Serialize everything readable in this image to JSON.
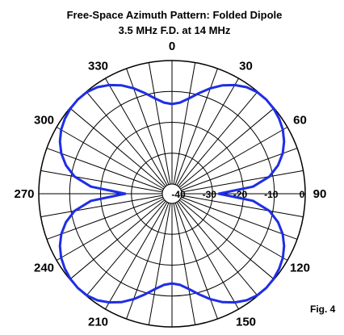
{
  "figure": {
    "title": "Free-Space Azimuth Pattern:  Folded Dipole",
    "subtitle": "3.5 MHz F.D. at 14 MHz",
    "fig_label": "Fig. 4"
  },
  "chart_data": {
    "type": "polar",
    "title": "Free-Space Azimuth Pattern:  Folded Dipole",
    "subtitle": "3.5 MHz F.D. at 14 MHz",
    "angle_unit": "degrees",
    "angle_labels": [
      "0",
      "30",
      "60",
      "90",
      "120",
      "150",
      "180",
      "210",
      "240",
      "270",
      "300",
      "330"
    ],
    "angle_label_values": [
      0,
      30,
      60,
      90,
      120,
      150,
      180,
      210,
      240,
      270,
      300,
      330
    ],
    "spoke_step_deg": 10,
    "radial_labels": [
      "-40",
      "-30",
      "-20",
      "-10",
      "0"
    ],
    "radial_label_values": [
      -40,
      -30,
      -20,
      -10,
      0
    ],
    "radial_range_db": [
      -40,
      0
    ],
    "grid": true,
    "line_color": "#1f2ee6",
    "grid_color": "#000000",
    "series": [
      {
        "angles_deg": [
          0,
          5,
          10,
          15,
          20,
          25,
          30,
          35,
          40,
          45,
          50,
          55,
          60,
          65,
          70,
          75,
          80,
          85,
          90,
          95,
          100,
          105,
          110,
          115,
          120,
          125,
          130,
          135,
          140,
          145,
          150,
          155,
          160,
          165,
          170,
          175,
          180,
          185,
          190,
          195,
          200,
          205,
          210,
          215,
          220,
          225,
          230,
          235,
          240,
          245,
          250,
          255,
          260,
          265,
          270,
          275,
          280,
          285,
          290,
          295,
          300,
          305,
          310,
          315,
          320,
          325,
          330,
          335,
          340,
          345,
          350,
          355
        ],
        "gain_db": [
          -14.1,
          -13.5,
          -11.8,
          -9.4,
          -6.8,
          -4.4,
          -2.5,
          -1.0,
          -0.2,
          0,
          -0.2,
          -0.8,
          -1.7,
          -3.1,
          -5.0,
          -7.6,
          -11.1,
          -16.8,
          -28.0,
          -16.8,
          -11.1,
          -7.6,
          -5.0,
          -3.1,
          -1.7,
          -0.8,
          -0.2,
          0,
          -0.2,
          -1.0,
          -2.5,
          -4.4,
          -6.8,
          -9.4,
          -11.8,
          -13.5,
          -14.1,
          -13.5,
          -11.8,
          -9.4,
          -6.8,
          -4.4,
          -2.5,
          -1.0,
          -0.2,
          0,
          -0.2,
          -0.8,
          -1.7,
          -3.1,
          -5.0,
          -7.6,
          -11.1,
          -16.8,
          -28.0,
          -16.8,
          -11.1,
          -7.6,
          -5.0,
          -3.1,
          -1.7,
          -0.8,
          -0.2,
          0,
          -0.2,
          -1.0,
          -2.5,
          -4.4,
          -6.8,
          -9.4,
          -11.8,
          -13.5
        ]
      }
    ]
  }
}
